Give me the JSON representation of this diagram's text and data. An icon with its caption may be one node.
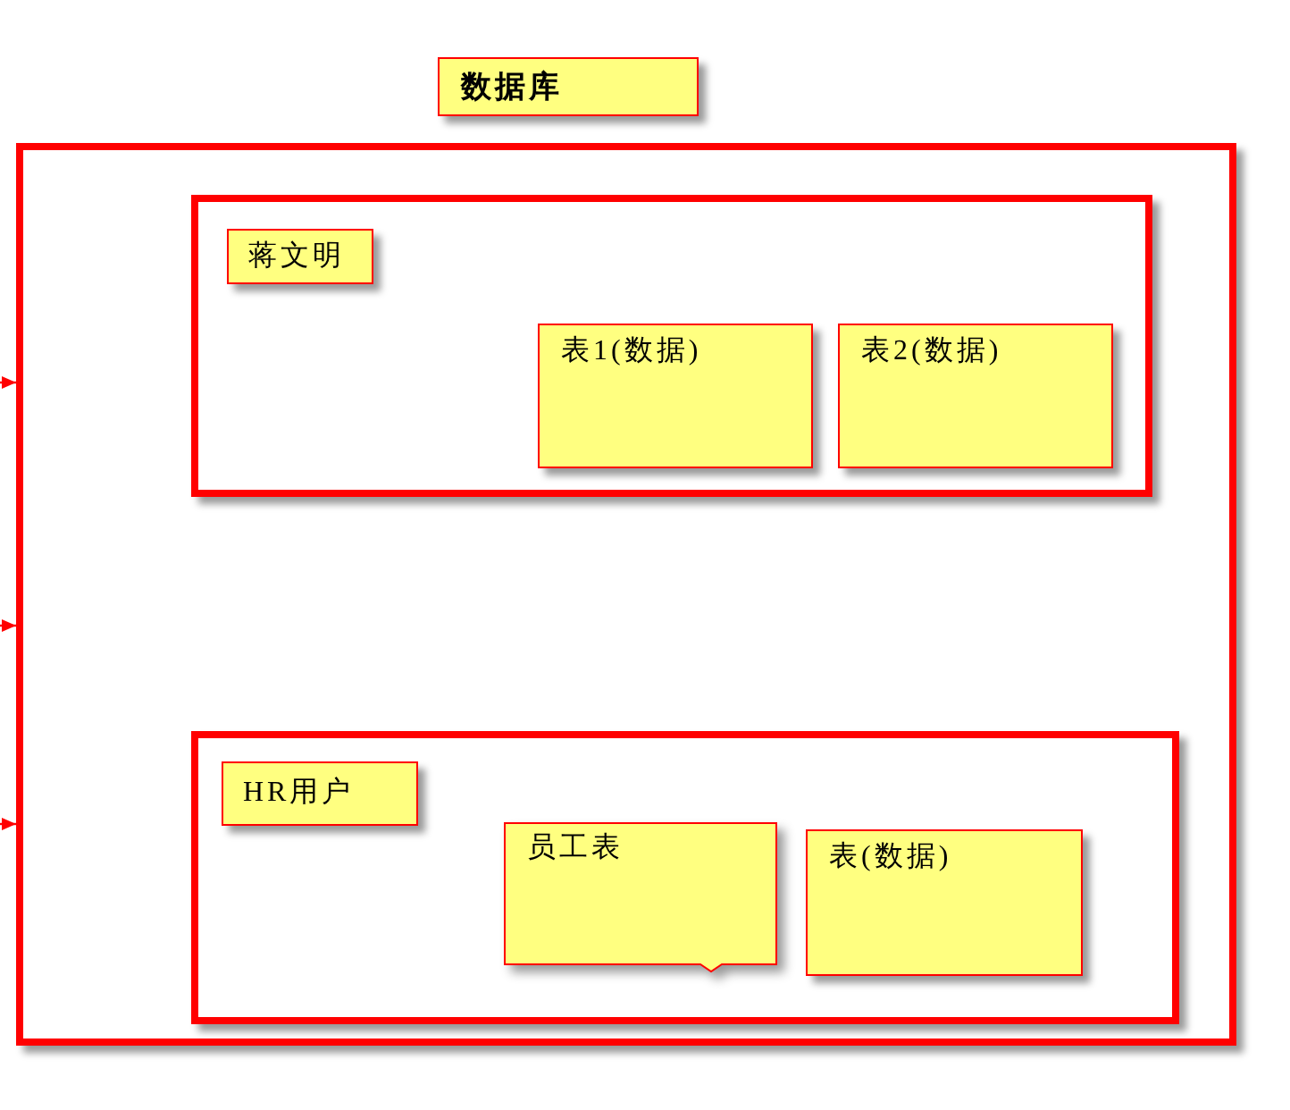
{
  "diagram": {
    "nodes": [
      {
        "text": [
          "数据库"
        ]
      },
      {
        "text": [],
        "shape": "box"
      },
      {
        "text": [],
        "shape": "box",
        "in": 1
      },
      {
        "text": [
          "蒋文明"
        ],
        "in": 2
      },
      {
        "text": [
          "表1(数据)"
        ],
        "in": 2
      },
      {
        "text": [
          "表2(数据)"
        ],
        "in": 2
      },
      {
        "text": [],
        "shape": "box",
        "in": 1
      },
      {
        "text": [
          "HR用户"
        ],
        "in": 6
      },
      {
        "text": [
          "员工表"
        ],
        "in": 6
      },
      {
        "text": [
          "表(数据)"
        ],
        "in": 6
      }
    ],
    "edges": [
      {
        "from": null,
        "to": 1,
        "arrow": "to"
      },
      {
        "from": null,
        "to": 1,
        "arrow": "to"
      },
      {
        "from": null,
        "to": 1,
        "arrow": "to"
      }
    ]
  }
}
